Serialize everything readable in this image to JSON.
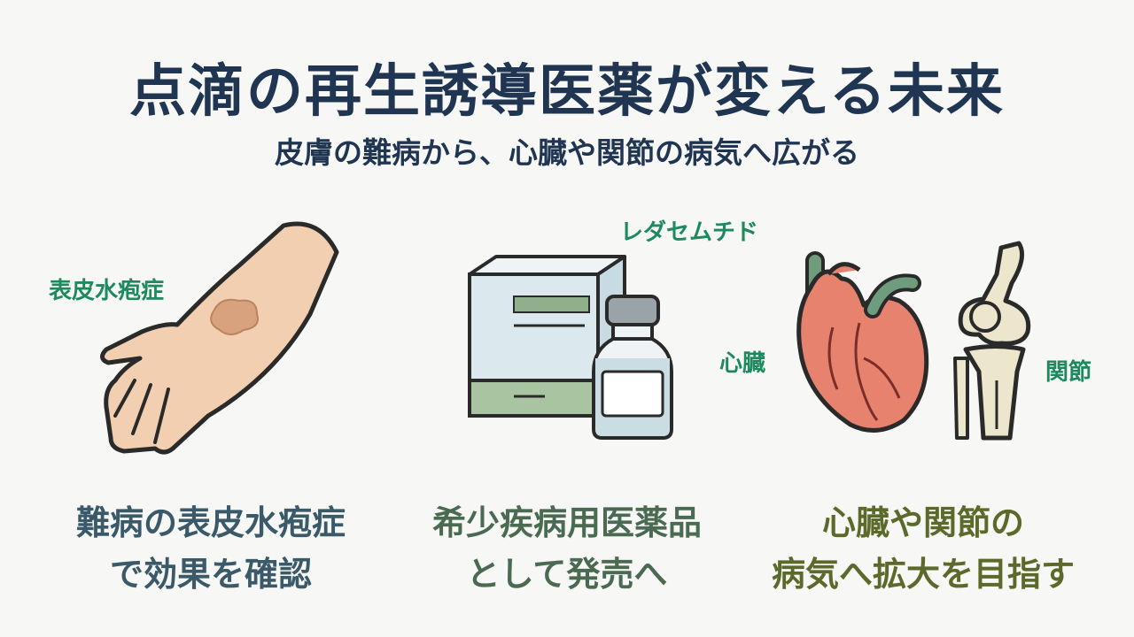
{
  "title": "点滴の再生誘導医薬が変える未来",
  "subtitle": "皮膚の難病から、心臓や関節の病気へ広がる",
  "labels": {
    "skin": "表皮水疱症",
    "drug": "レダセムチド",
    "heart": "心臓",
    "joint": "関節"
  },
  "captions": {
    "left": {
      "line1": "難病の表皮水疱症",
      "line2": "で効果を確認",
      "color": "#3a5a6a"
    },
    "center": {
      "line1": "希少疾病用医薬品",
      "line2": "として発売へ",
      "color": "#4a6a52"
    },
    "right": {
      "line1": "心臓や関節の",
      "line2": "病気へ拡大を目指す",
      "color": "#5b6a2a"
    }
  },
  "colors": {
    "title": "#1f3552",
    "label_green": "#1c8a5c",
    "skin": "#f2cfb0",
    "lesion": "#d9a27e",
    "box_blue": "#dbe8ee",
    "box_green": "#a9c4a0",
    "heart_red": "#e7826e",
    "vessel": "#6f9c7c",
    "bone": "#ece6cc"
  }
}
